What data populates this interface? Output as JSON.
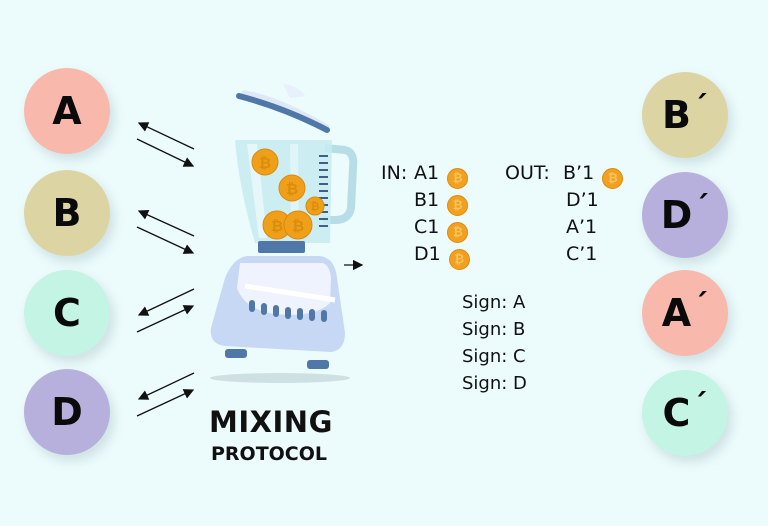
{
  "colors": {
    "background": "#ecfbfc",
    "a": "#f8b9ac",
    "b": "#dcd5a3",
    "c": "#c3f4e4",
    "d": "#b8b0dc",
    "coin": "#f2a020"
  },
  "inputs": [
    {
      "label": "A",
      "color": "#f8b9ac"
    },
    {
      "label": "B",
      "color": "#dcd5a3"
    },
    {
      "label": "C",
      "color": "#c3f4e4"
    },
    {
      "label": "D",
      "color": "#b8b0dc"
    }
  ],
  "outputs": [
    {
      "label": "B",
      "prime": "´",
      "color": "#dcd5a3"
    },
    {
      "label": "D",
      "prime": "´",
      "color": "#b8b0dc"
    },
    {
      "label": "A",
      "prime": "´",
      "color": "#f8b9ac"
    },
    {
      "label": "C",
      "prime": "´",
      "color": "#c3f4e4"
    }
  ],
  "title": {
    "line1": "MIXING",
    "line2": "PROTOCOL"
  },
  "transaction": {
    "in_label": "IN:",
    "in_items": [
      "A1",
      "B1",
      "C1",
      "D1"
    ],
    "out_label": "OUT:",
    "out_items": [
      "B’1",
      "D’1",
      "A’1",
      "C’1"
    ],
    "coin_icon": "bitcoin-icon",
    "coin_glyph": "₿"
  },
  "signatures": [
    "Sign: A",
    "Sign: B",
    "Sign: C",
    "Sign: D"
  ]
}
